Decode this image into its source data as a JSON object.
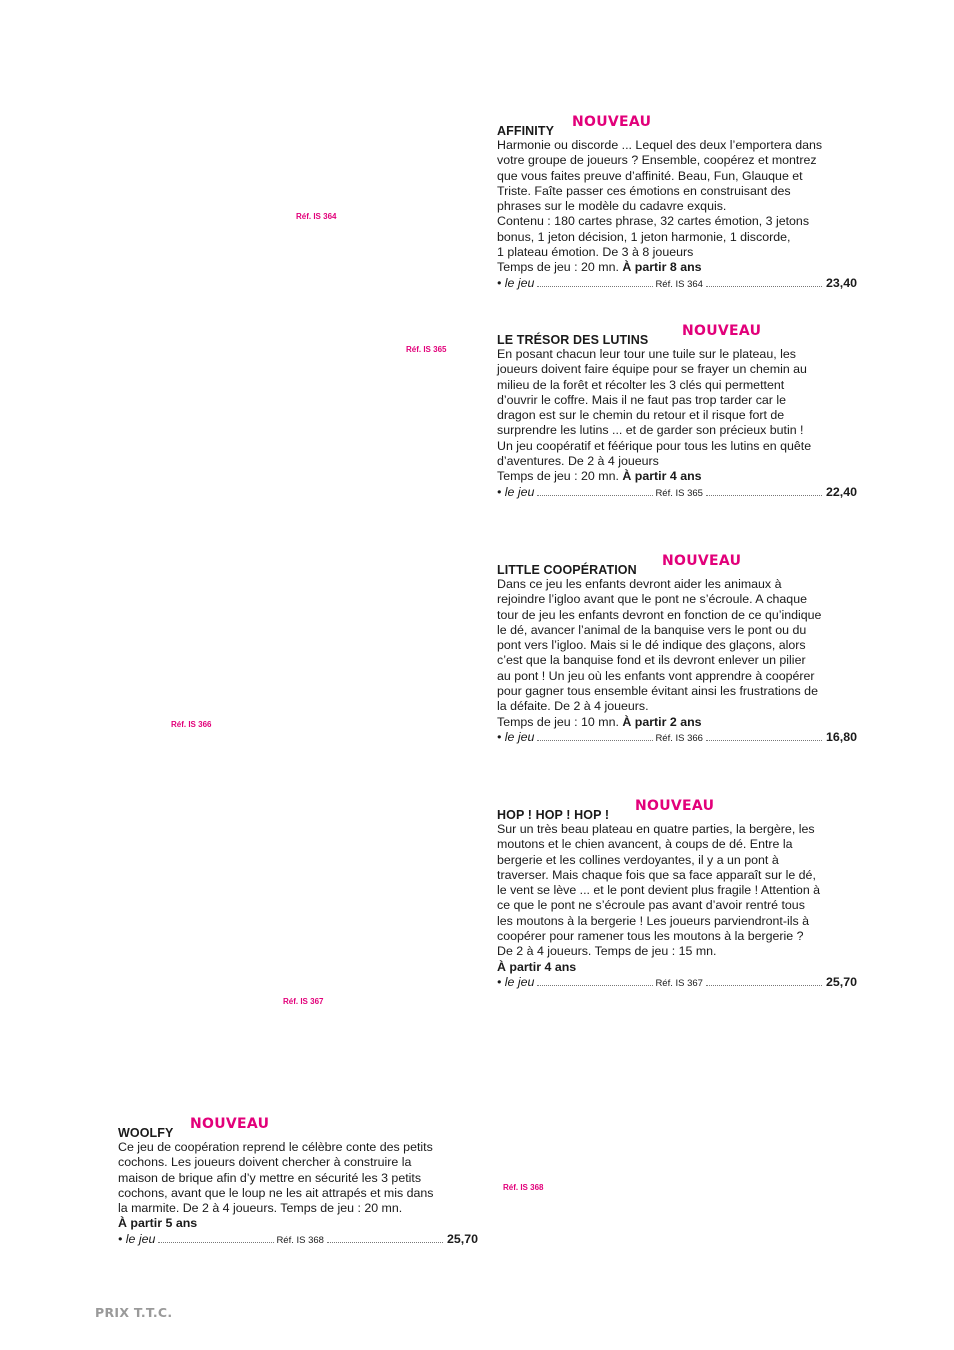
{
  "badge_label": "NOUVEAU",
  "colors": {
    "accent": "#e2007a",
    "footer": "#9a9a9a"
  },
  "image_refs": [
    "Réf. IS 364",
    "Réf. IS 365",
    "Réf. IS 366",
    "Réf. IS 367",
    "Réf. IS 368"
  ],
  "products": [
    {
      "title": "AFFINITY",
      "description": "Harmonie ou discorde ... Lequel des deux l’emportera dans\nvotre groupe de joueurs ? Ensemble, coopérez et montrez\nque vous faites preuve d’affinité. Beau, Fun, Glauque et\nTriste. Faîte passer ces émotions en construisant des\nphrases sur le modèle du cadavre exquis.\nContenu : 180 cartes phrase, 32 cartes émotion, 3 jetons\nbonus, 1 jeton décision, 1 jeton harmonie, 1 discorde,\n1 plateau émotion. De 3 à 8 joueurs",
      "time": "Temps de jeu : 20 mn. ",
      "age": "À partir 8 ans",
      "item": "• le jeu",
      "ref": "Réf. IS 364",
      "price": "23,40"
    },
    {
      "title": "LE TRÉSOR DES LUTINS",
      "description": "En posant chacun leur tour une tuile sur le plateau, les\njoueurs doivent faire équipe pour se frayer un chemin au\nmilieu de la forêt et récolter les 3 clés qui permettent\nd’ouvrir le coffre. Mais il ne faut pas trop tarder car le\ndragon est sur le chemin du retour et il risque fort de\nsurprendre les lutins ... et de garder son précieux butin !\nUn jeu coopératif et féérique pour tous les lutins en quête\nd’aventures. De 2 à 4 joueurs",
      "time": "Temps de jeu : 20 mn. ",
      "age": "À partir 4 ans",
      "item": "• le jeu",
      "ref": "Réf. IS 365",
      "price": "22,40"
    },
    {
      "title": "LITTLE COOPÉRATION",
      "description": "Dans ce jeu les enfants devront aider les animaux à\nrejoindre l’igloo avant que le pont ne s’écroule. A chaque\ntour de jeu les enfants devront en fonction de ce qu’indique\nle dé, avancer l’animal de la banquise vers le pont ou du\npont vers l’igloo. Mais si le dé indique des glaçons, alors\nc’est que la banquise fond et ils devront enlever un pilier\nau pont ! Un jeu où les enfants vont apprendre à coopérer\npour gagner tous ensemble évitant ainsi les frustrations de\nla défaite. De 2 à 4 joueurs.",
      "time": "Temps de jeu : 10 mn. ",
      "age": "À partir 2 ans",
      "item": "• le jeu",
      "ref": "Réf. IS 366",
      "price": "16,80"
    },
    {
      "title": "HOP ! HOP ! HOP !",
      "description": "Sur un très beau plateau en quatre parties, la bergère, les\nmoutons et le chien avancent, à coups de dé. Entre la\nbergerie et les collines verdoyantes, il y a un pont à\ntraverser. Mais chaque fois que sa face apparaît sur le dé,\nle vent se lève ... et le pont devient plus fragile ! Attention à\nce que le pont ne s’écroule pas avant d’avoir rentré tous\nles moutons à la bergerie ! Les joueurs parviendront-ils à\ncoopérer pour ramener tous les moutons à la bergerie ?\nDe 2 à 4 joueurs. Temps de jeu : 15 mn.",
      "time": "",
      "age": "À partir 4 ans",
      "item": "• le jeu",
      "ref": "Réf. IS 367",
      "price": "25,70"
    },
    {
      "title": "WOOLFY",
      "description": "Ce jeu de coopération reprend le célèbre conte des petits\ncochons. Les joueurs doivent chercher à construire la\nmaison de brique afin d’y mettre en sécurité les 3 petits\ncochons, avant que le loup ne les ait attrapés et mis dans\nla marmite. De 2 à 4 joueurs. Temps de jeu : 20 mn.",
      "time": "",
      "age": "À partir 5 ans",
      "item": "• le jeu",
      "ref": "Réf. IS 368",
      "price": "25,70"
    }
  ],
  "footer": "PRIX T.T.C."
}
